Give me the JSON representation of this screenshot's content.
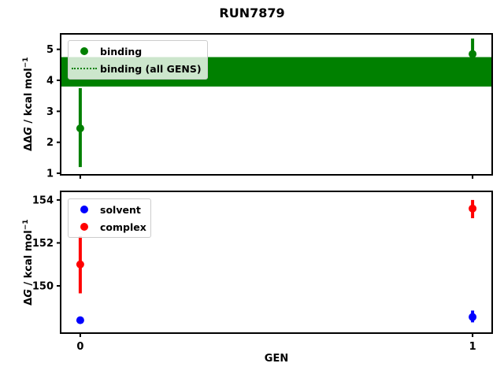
{
  "figure": {
    "title": "RUN7879",
    "background": "#ffffff"
  },
  "colors": {
    "binding": "#008000",
    "solvent": "#0000ff",
    "complex": "#ff0000",
    "frame": "#000000",
    "legend_border": "#cccccc"
  },
  "top_plot": {
    "ylabel_parts": {
      "prefix": "ΔΔ",
      "symbol": "G",
      "unit": " / kcal mol",
      "exponent": "−1"
    },
    "legend": {
      "items": [
        {
          "label": "binding",
          "marker": "dot"
        },
        {
          "label": "binding (all GENS)",
          "marker": "dotted-line"
        }
      ]
    }
  },
  "bottom_plot": {
    "ylabel_parts": {
      "prefix": "Δ",
      "symbol": "G",
      "unit": " / kcal mol",
      "exponent": "−1"
    },
    "xlabel": "GEN",
    "legend": {
      "items": [
        {
          "label": "solvent",
          "marker": "dot"
        },
        {
          "label": "complex",
          "marker": "dot"
        }
      ]
    }
  },
  "chart_data": [
    {
      "type": "scatter",
      "subplot": "top",
      "title": "RUN7879",
      "xlabel": "",
      "ylabel": "ΔΔG / kcal mol⁻¹",
      "xlim": [
        -0.05,
        1.05
      ],
      "ylim": [
        0.95,
        5.5
      ],
      "xticks": [
        0,
        1
      ],
      "xticklabels": [
        "",
        ""
      ],
      "yticks": [
        1,
        2,
        3,
        4,
        5
      ],
      "grid": false,
      "legend_position": "upper-left",
      "series": [
        {
          "name": "binding",
          "color": "#008000",
          "x": [
            0,
            1
          ],
          "y": [
            2.45,
            4.85
          ],
          "err_lo": [
            1.2,
            4.35
          ],
          "err_hi": [
            3.75,
            5.35
          ]
        }
      ],
      "band": {
        "name": "binding (all GENS)",
        "color": "#008000",
        "lo": 3.8,
        "hi": 4.75,
        "center": 4.28,
        "center_style": "dotted"
      }
    },
    {
      "type": "scatter",
      "subplot": "bottom",
      "title": "",
      "xlabel": "GEN",
      "ylabel": "ΔG / kcal mol⁻¹",
      "xlim": [
        -0.05,
        1.05
      ],
      "ylim": [
        147.8,
        154.4
      ],
      "xticks": [
        0,
        1
      ],
      "xticklabels": [
        "0",
        "1"
      ],
      "yticks": [
        150,
        152,
        154
      ],
      "grid": false,
      "legend_position": "upper-left",
      "series": [
        {
          "name": "solvent",
          "color": "#0000ff",
          "x": [
            0,
            1
          ],
          "y": [
            148.4,
            148.55
          ],
          "err_lo": [
            148.25,
            148.3
          ],
          "err_hi": [
            148.55,
            148.85
          ]
        },
        {
          "name": "complex",
          "color": "#ff0000",
          "x": [
            0,
            1
          ],
          "y": [
            151.0,
            153.6
          ],
          "err_lo": [
            149.65,
            153.15
          ],
          "err_hi": [
            152.3,
            154.0
          ]
        }
      ]
    }
  ]
}
